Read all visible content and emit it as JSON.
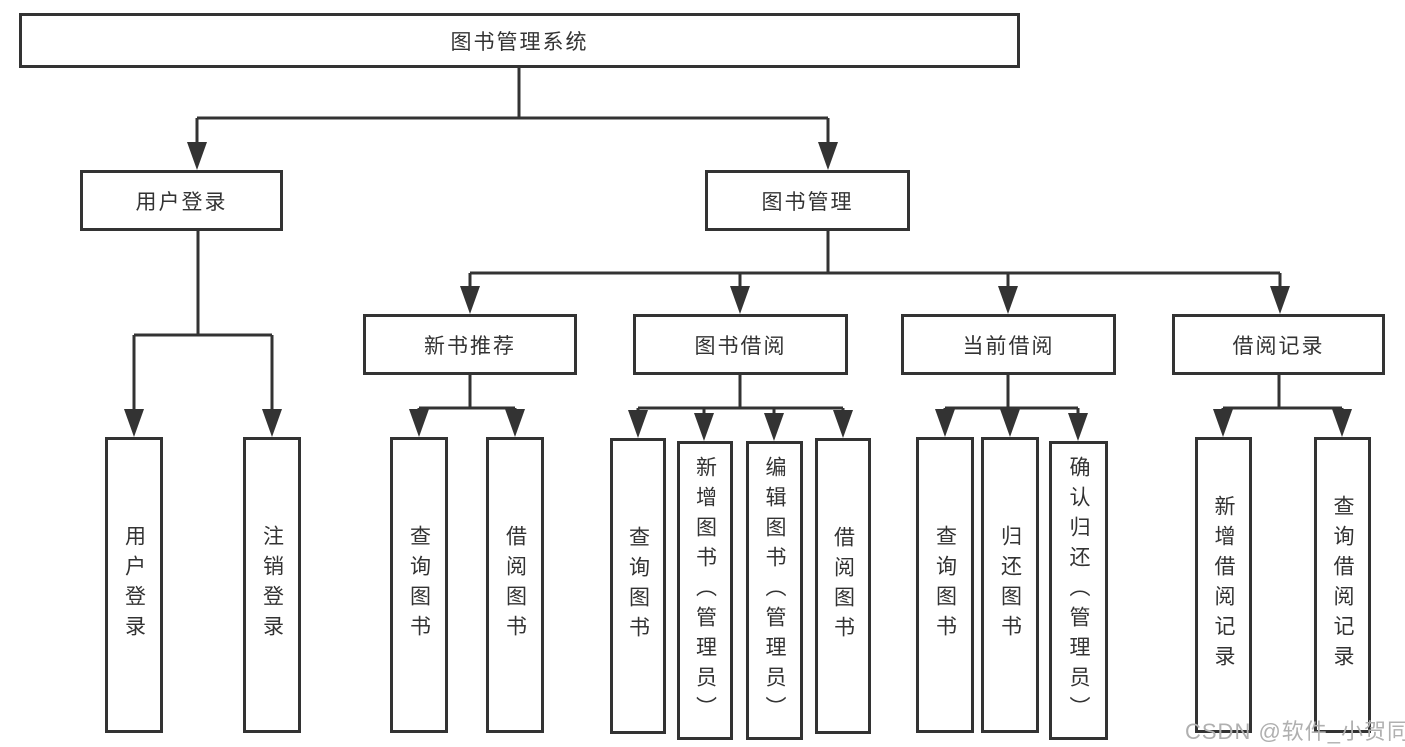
{
  "diagram": {
    "root": {
      "label": "图书管理系统"
    },
    "level2": [
      {
        "label": "用户登录"
      },
      {
        "label": "图书管理"
      }
    ],
    "level3": [
      {
        "label": "新书推荐"
      },
      {
        "label": "图书借阅"
      },
      {
        "label": "当前借阅"
      },
      {
        "label": "借阅记录"
      }
    ],
    "leaves": {
      "user_login": [
        {
          "label": "用户登录"
        },
        {
          "label": "注销登录"
        }
      ],
      "new_book": [
        {
          "label": "查询图书"
        },
        {
          "label": "借阅图书"
        }
      ],
      "book_borrow": [
        {
          "label": "查询图书"
        },
        {
          "label": "新增图书（管理员）"
        },
        {
          "label": "编辑图书（管理员）"
        },
        {
          "label": "借阅图书"
        }
      ],
      "current_borrow": [
        {
          "label": "查询图书"
        },
        {
          "label": "归还图书"
        },
        {
          "label": "确认归还（管理员）"
        }
      ],
      "borrow_record": [
        {
          "label": "新增借阅记录"
        },
        {
          "label": "查询借阅记录"
        }
      ]
    }
  },
  "watermark": {
    "text": "CSDN @软件_小贺同学",
    "color": "#b0b0b0"
  },
  "colors": {
    "line": "#333333",
    "border": "#333333",
    "text": "#333333",
    "background": "#ffffff"
  }
}
